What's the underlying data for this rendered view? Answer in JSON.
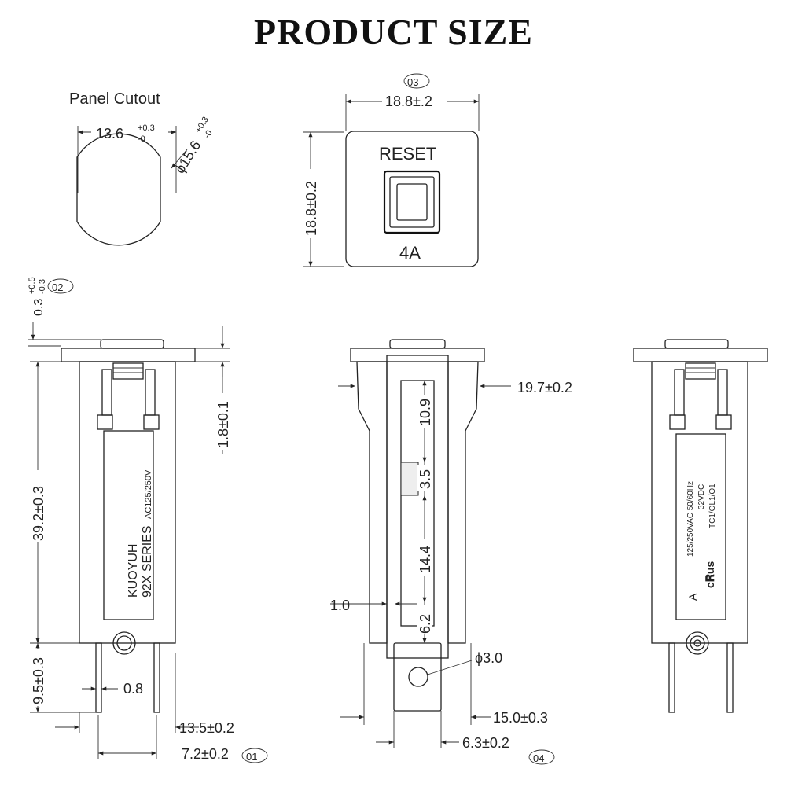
{
  "title": "PRODUCT SIZE",
  "panel_cutout": {
    "label": "Panel Cutout",
    "width": "13.6",
    "width_tol_plus": "+0.3",
    "width_tol_minus": "-0",
    "diameter": "ϕ15.6",
    "diameter_tol_plus": "+0.3",
    "diameter_tol_minus": "-0"
  },
  "front_view": {
    "callout": "03",
    "width": "18.8±.2",
    "height": "18.8±0.2",
    "button_label": "RESET",
    "rating": "4A"
  },
  "left_view": {
    "callout": "02",
    "top_gap": "0.3",
    "top_gap_tol_plus": "+0.5",
    "top_gap_tol_minus": "-0.3",
    "flange": "1.8±0.1",
    "body_height": "39.2±0.3",
    "terminal_length": "9.5±0.3",
    "terminal_thickness": "0.8",
    "terminal_span": "13.5±0.2",
    "terminal_offset": "7.2±0.2",
    "terminal_callout": "01",
    "label_line1": "KUOYUH",
    "label_line2": "92X SERIES",
    "label_line3": "AC125/250V"
  },
  "side_view": {
    "width": "19.7±0.2",
    "seg1": "10.9",
    "seg2": "3.5",
    "seg3": "14.4",
    "seg4": "6.2",
    "edge": "1.0",
    "hole": "ϕ3.0",
    "depth": "15.0±0.3",
    "terminal_width": "6.3±0.2",
    "callout": "04"
  },
  "right_view": {
    "line1": "125/250VAC 50/60Hz",
    "line2": "32VDC",
    "line3": "TC1/OL1/O1",
    "mark": "A",
    "cert": "c𝐑us"
  }
}
